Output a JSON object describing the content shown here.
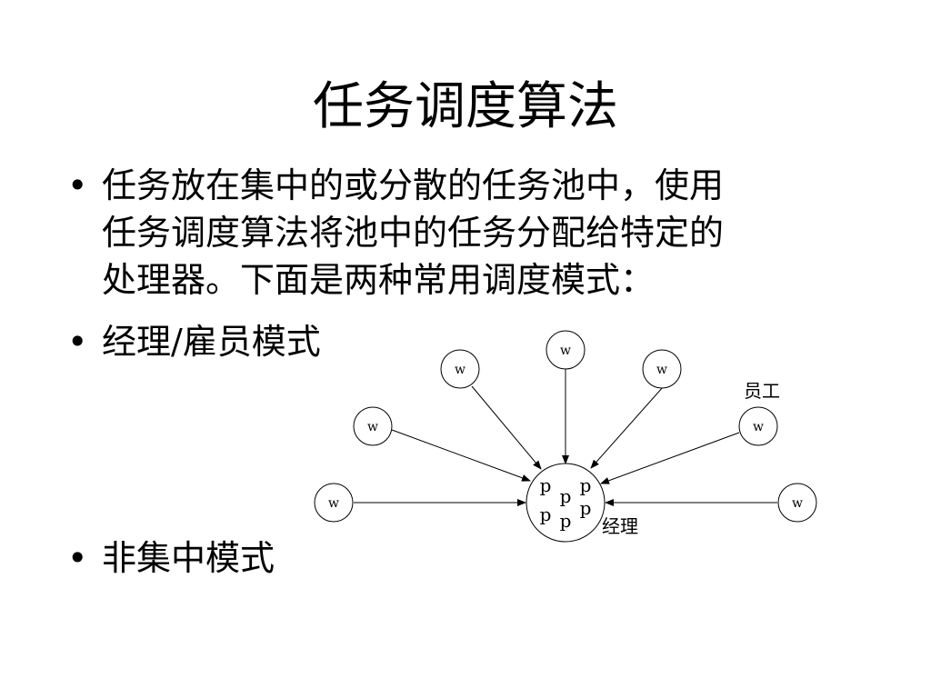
{
  "slide": {
    "title": "任务调度算法",
    "bullets": [
      {
        "symbol": "•",
        "lines": [
          "任务放在集中的或分散的任务池中，使用",
          "任务调度算法将池中的任务分配给特定的",
          "处理器。下面是两种常用调度模式："
        ]
      },
      {
        "symbol": "•",
        "text": "经理/雇员模式"
      },
      {
        "symbol": "•",
        "text": "非集中模式"
      }
    ]
  },
  "diagram": {
    "manager_label": "经理",
    "worker_label": "员工",
    "worker_node_text": "w",
    "manager_node_text": [
      "p",
      "p",
      "p",
      "p",
      "p",
      "p"
    ],
    "colors": {
      "stroke": "#000000",
      "fill": "#ffffff",
      "text": "#000000"
    }
  }
}
